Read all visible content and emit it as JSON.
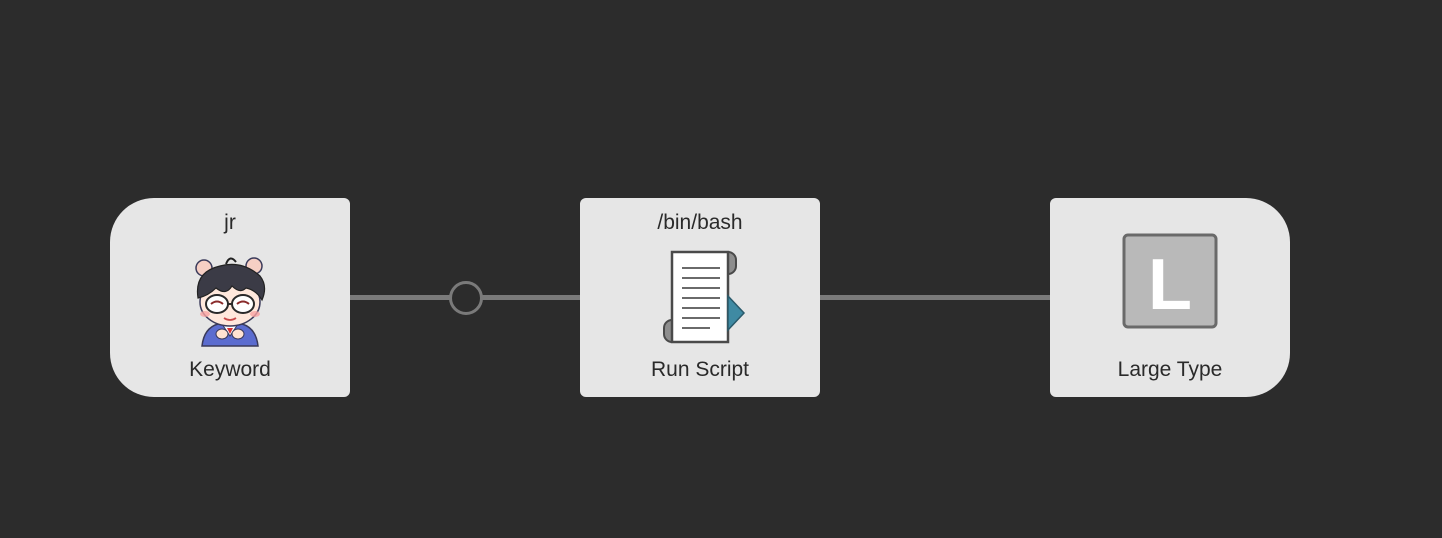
{
  "workflow": {
    "nodes": [
      {
        "type": "keyword",
        "top_text": "jr",
        "label": "Keyword",
        "icon": "avatar-icon"
      },
      {
        "type": "run-script",
        "top_text": "/bin/bash",
        "label": "Run Script",
        "icon": "script-icon"
      },
      {
        "type": "large-type",
        "top_text": "",
        "label": "Large Type",
        "icon": "large-type-icon",
        "icon_letter": "L"
      }
    ]
  },
  "colors": {
    "background": "#2c2c2c",
    "node_fill": "#e6e6e6",
    "connector": "#7a7a7a",
    "script_accent": "#3f8aa3",
    "large_type_fill": "#b9b9b9"
  }
}
